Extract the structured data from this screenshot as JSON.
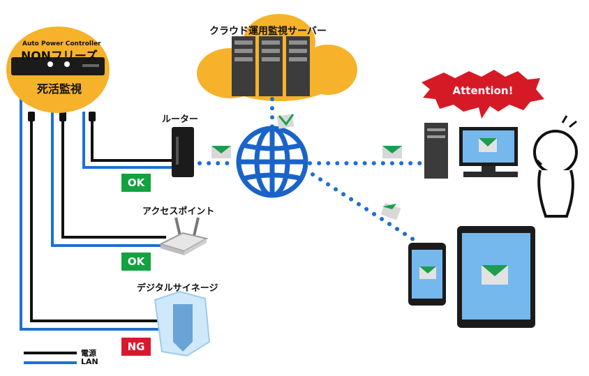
{
  "controller": {
    "subtitle": "Auto Power Controller",
    "name": "NONフリーズ",
    "caption": "死活監視"
  },
  "cloud": {
    "label": "クラウド運用監視サーバー"
  },
  "devices": {
    "router": {
      "label": "ルーター",
      "status": "OK"
    },
    "access_point": {
      "label": "アクセスポイント",
      "status": "OK"
    },
    "signage": {
      "label": "デジタルサイネージ",
      "status": "NG"
    }
  },
  "alert": {
    "text": "Attention!"
  },
  "legend": {
    "power": "電源",
    "lan": "LAN"
  },
  "colors": {
    "lan": "#1f6fd1",
    "power": "#111111",
    "ok": "#12a23f",
    "ng": "#d9182d",
    "cloud": "#f6b22a",
    "alert": "#d51a26",
    "globe": "#1a64c8"
  }
}
